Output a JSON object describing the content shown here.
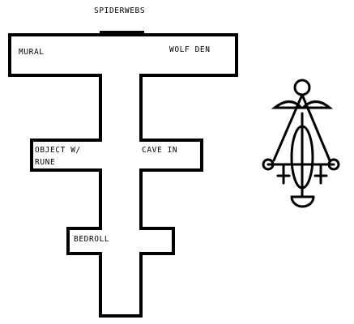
{
  "map": {
    "rooms": {
      "spiderwebs": "SPIDERWEBS",
      "mural": "MURAL",
      "wolf_den": "WOLF DEN",
      "object_line1": "OBJECT W/",
      "object_line2": "RUNE",
      "cave_in": "CAVE IN",
      "bedroll": "BEDROLL"
    },
    "colors": {
      "wall": "#000000",
      "floor": "#ffffff"
    }
  },
  "rune_symbol": {
    "icon": "occult-rune-sigil"
  }
}
